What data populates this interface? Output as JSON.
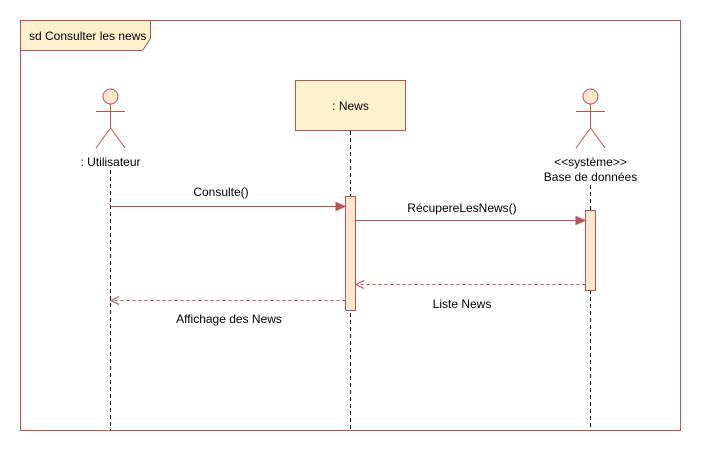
{
  "frame": {
    "label": "sd Consulter les news"
  },
  "lifelines": {
    "user": {
      "label": ": Utilisateur",
      "kind": "actor"
    },
    "news": {
      "label": ": News",
      "kind": "object"
    },
    "db": {
      "stereotype": "<<système>>",
      "label": "Base de données",
      "kind": "actor"
    }
  },
  "messages": {
    "consulte": {
      "label": "Consulte()",
      "from": "user",
      "to": "news",
      "style": "sync"
    },
    "recupere": {
      "label": "RécupereLesNews()",
      "from": "news",
      "to": "db",
      "style": "sync"
    },
    "liste": {
      "label": "Liste News",
      "from": "db",
      "to": "news",
      "style": "return"
    },
    "affichage": {
      "label": "Affichage des News",
      "from": "news",
      "to": "user",
      "style": "return"
    }
  },
  "colors": {
    "stroke": "#b85450",
    "fill": "#ffe6cc",
    "object_fill": "#fff2cc",
    "object_stroke": "#d6b656",
    "lifeline": "#000000"
  }
}
